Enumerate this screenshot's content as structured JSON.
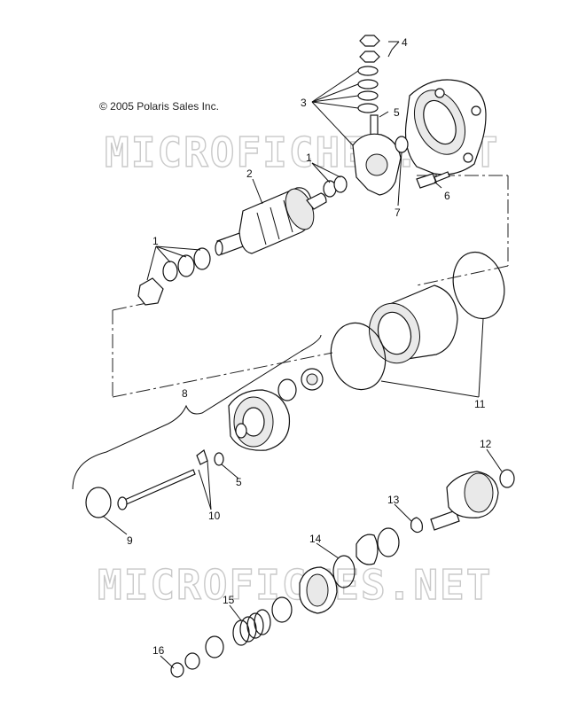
{
  "copyright": "© 2005 Polaris Sales Inc.",
  "watermarks": [
    "MICROFICHES.NET",
    "MICROFICHES.NET"
  ],
  "callouts": [
    {
      "id": "c1a",
      "text": "1"
    },
    {
      "id": "c1b",
      "text": "1"
    },
    {
      "id": "c2",
      "text": "2"
    },
    {
      "id": "c3",
      "text": "3"
    },
    {
      "id": "c4",
      "text": "4"
    },
    {
      "id": "c5a",
      "text": "5"
    },
    {
      "id": "c5b",
      "text": "5"
    },
    {
      "id": "c6",
      "text": "6"
    },
    {
      "id": "c7",
      "text": "7"
    },
    {
      "id": "c8",
      "text": "8"
    },
    {
      "id": "c9",
      "text": "9"
    },
    {
      "id": "c10",
      "text": "10"
    },
    {
      "id": "c11",
      "text": "11"
    },
    {
      "id": "c12",
      "text": "12"
    },
    {
      "id": "c13",
      "text": "13"
    },
    {
      "id": "c14",
      "text": "14"
    },
    {
      "id": "c15",
      "text": "15"
    },
    {
      "id": "c16",
      "text": "16"
    }
  ]
}
